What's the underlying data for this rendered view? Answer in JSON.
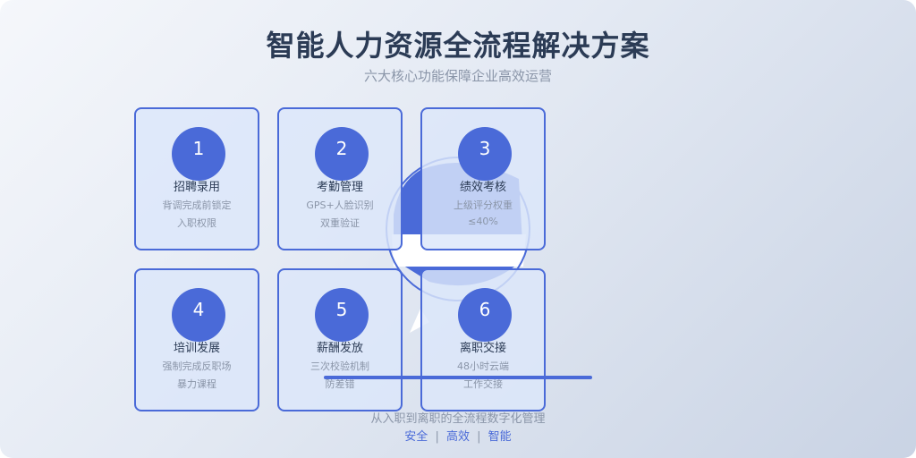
{
  "header": {
    "title": "智能人力资源全流程解决方案",
    "subtitle": "六大核心功能保障企业高效运营"
  },
  "cards": [
    {
      "number": "1",
      "title": "招聘录用",
      "desc_line1": "背调完成前锁定",
      "desc_line2": "入职权限"
    },
    {
      "number": "2",
      "title": "考勤管理",
      "desc_line1": "GPS+人脸识别",
      "desc_line2": "双重验证"
    },
    {
      "number": "3",
      "title": "绩效考核",
      "desc_line1": "上级评分权重",
      "desc_line2": "≤40%"
    },
    {
      "number": "4",
      "title": "培训发展",
      "desc_line1": "强制完成反职场",
      "desc_line2": "暴力课程"
    },
    {
      "number": "5",
      "title": "薪酬发放",
      "desc_line1": "三次校验机制",
      "desc_line2": "防差错"
    },
    {
      "number": "6",
      "title": "离职交接",
      "desc_line1": "48小时云端",
      "desc_line2": "工作交接"
    }
  ],
  "footer": {
    "text": "从入职到离职的全流程数字化管理",
    "tags": [
      "安全",
      "高效",
      "智能"
    ],
    "separator": "|"
  },
  "colors": {
    "accent": "#4a6ad8",
    "title": "#2b3b55",
    "muted": "#8a95a8"
  }
}
